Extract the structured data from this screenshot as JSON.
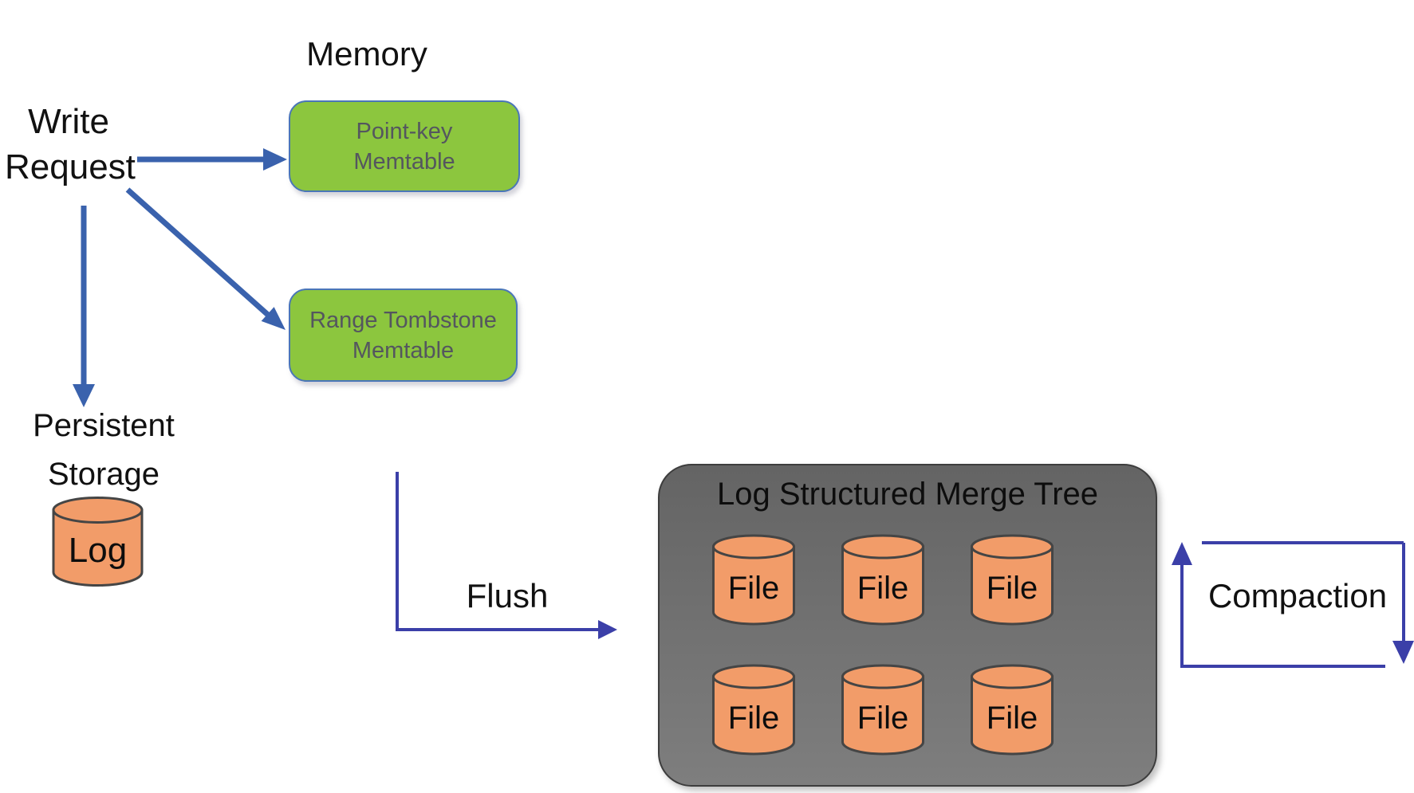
{
  "memory": {
    "label": "Memory",
    "point_key_memtable": {
      "line1": "Point-key",
      "line2": "Memtable"
    },
    "range_tombstone_memtable": {
      "line1": "Range Tombstone",
      "line2": "Memtable"
    }
  },
  "write_request": {
    "line1": "Write",
    "line2": "Request"
  },
  "persistent_storage": {
    "line1": "Persistent",
    "line2": "Storage",
    "log": "Log"
  },
  "arrows": {
    "flush": "Flush",
    "compaction": "Compaction"
  },
  "lsm_tree": {
    "title": "Log Structured Merge Tree",
    "files": [
      "File",
      "File",
      "File",
      "File",
      "File",
      "File"
    ]
  },
  "colors": {
    "memtable_fill": "#8cc63e",
    "memtable_border": "#4a76b8",
    "memtable_text": "#54565f",
    "cylinder_fill": "#f29c69",
    "cylinder_stroke": "#454545",
    "lsm_box_top": "#646464",
    "lsm_box_bottom": "#7e7e7e",
    "lsm_box_border": "#3d3d3d",
    "write_arrow": "#3a62ad",
    "flow_arrow": "#3b3fa8",
    "label_text": "#111111"
  }
}
